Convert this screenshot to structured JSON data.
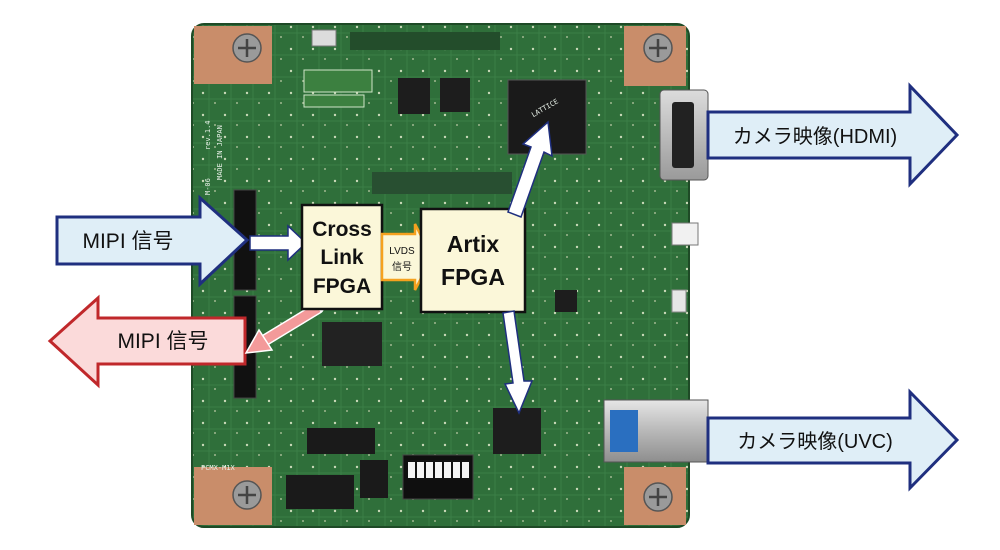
{
  "labels": {
    "mipi_in": "MIPI 信号",
    "mipi_out": "MIPI 信号",
    "crosslink": [
      "Cross",
      "Link",
      "FPGA"
    ],
    "lvds": [
      "LVDS",
      "信号"
    ],
    "artix": [
      "Artix",
      "FPGA"
    ],
    "hdmi_out": "カメラ映像(HDMI)",
    "uvc_out": "カメラ映像(UVC)"
  },
  "board_silkscreen": {
    "revision": "rev.1.4",
    "made_in": "MADE IN JAPAN",
    "model": "M-06",
    "chip_mark": "LATTICE",
    "pcb_name": "PCMX-M1X"
  },
  "colors": {
    "board_green": "#2f6f3a",
    "arrow_blue_fill": "#dfeef7",
    "arrow_blue_stroke": "#1f2f7f",
    "arrow_red_fill": "#fbdada",
    "arrow_red_stroke": "#c0282b",
    "lvds_orange": "#f5a11f",
    "fpga_box": "#fbf7d9"
  }
}
